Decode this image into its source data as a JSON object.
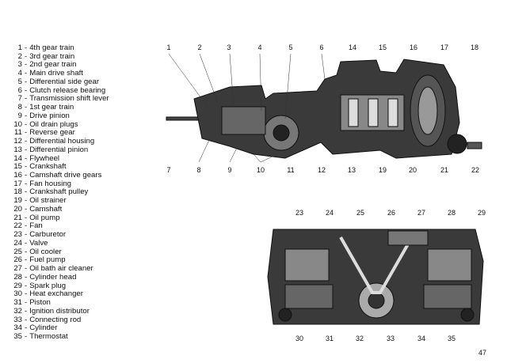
{
  "legend": [
    {
      "n": "1",
      "label": "4th gear train"
    },
    {
      "n": "2",
      "label": "3rd gear train"
    },
    {
      "n": "3",
      "label": "2nd gear train"
    },
    {
      "n": "4",
      "label": "Main drive shaft"
    },
    {
      "n": "5",
      "label": "Differential side gear"
    },
    {
      "n": "6",
      "label": "Clutch release bearing"
    },
    {
      "n": "7",
      "label": "Transmission shift lever"
    },
    {
      "n": "8",
      "label": "1st gear train"
    },
    {
      "n": "9",
      "label": "Drive pinion"
    },
    {
      "n": "10",
      "label": "Oil drain plugs"
    },
    {
      "n": "11",
      "label": "Reverse gear"
    },
    {
      "n": "12",
      "label": "Differential housing"
    },
    {
      "n": "13",
      "label": "Differential pinion"
    },
    {
      "n": "14",
      "label": "Flywheel"
    },
    {
      "n": "15",
      "label": "Crankshaft"
    },
    {
      "n": "16",
      "label": "Camshaft drive gears"
    },
    {
      "n": "17",
      "label": "Fan housing"
    },
    {
      "n": "18",
      "label": "Crankshaft pulley"
    },
    {
      "n": "19",
      "label": "Oil strainer"
    },
    {
      "n": "20",
      "label": "Camshaft"
    },
    {
      "n": "21",
      "label": "Oil pump"
    },
    {
      "n": "22",
      "label": "Fan"
    },
    {
      "n": "23",
      "label": "Carburetor"
    },
    {
      "n": "24",
      "label": "Valve"
    },
    {
      "n": "25",
      "label": "Oil cooler"
    },
    {
      "n": "26",
      "label": "Fuel pump"
    },
    {
      "n": "27",
      "label": "Oil bath air cleaner"
    },
    {
      "n": "28",
      "label": "Cylinder head"
    },
    {
      "n": "29",
      "label": "Spark plug"
    },
    {
      "n": "30",
      "label": "Heat exchanger"
    },
    {
      "n": "31",
      "label": "Piston"
    },
    {
      "n": "32",
      "label": "Ignition distributor"
    },
    {
      "n": "33",
      "label": "Connecting rod"
    },
    {
      "n": "34",
      "label": "Cylinder"
    },
    {
      "n": "35",
      "label": "Thermostat"
    }
  ],
  "side_view": {
    "top_callouts": [
      "1",
      "2",
      "3",
      "4",
      "5",
      "6",
      "14",
      "15",
      "16",
      "17",
      "18"
    ],
    "bottom_callouts": [
      "7",
      "8",
      "9",
      "10",
      "11",
      "12",
      "13",
      "19",
      "20",
      "21",
      "22"
    ]
  },
  "end_view": {
    "top_callouts": [
      "23",
      "24",
      "25",
      "26",
      "27",
      "28",
      "29"
    ],
    "bottom_callouts": [
      "30",
      "31",
      "32",
      "33",
      "34",
      "35"
    ]
  },
  "page_number": "47"
}
